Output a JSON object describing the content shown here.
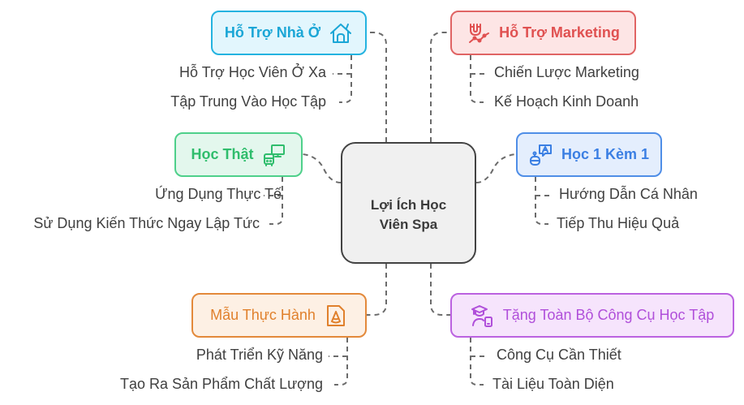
{
  "center": {
    "title_line1": "Lợi Ích Học",
    "title_line2": "Viên Spa"
  },
  "branches": [
    {
      "id": "housing",
      "label": "Hỗ Trợ Nhà Ở",
      "icon": "house-icon",
      "color": "#1aa6d6",
      "children": [
        "Hỗ Trợ Học Viên Ở Xa",
        "Tập Trung Vào Học Tập"
      ]
    },
    {
      "id": "marketing",
      "label": "Hỗ Trợ Marketing",
      "icon": "magnet-chart-icon",
      "color": "#e05151",
      "children": [
        "Chiến Lược Marketing",
        "Kế Hoạch Kinh Doanh"
      ]
    },
    {
      "id": "real",
      "label": "Học Thật",
      "icon": "bus-monitor-icon",
      "color": "#2fbd6c",
      "children": [
        "Ứng Dụng Thực Tế",
        "Sử Dụng Kiến Thức Ngay Lập Tức"
      ]
    },
    {
      "id": "one",
      "label": "Học 1 Kèm 1",
      "icon": "robot-chat-icon",
      "color": "#3b7fe3",
      "children": [
        "Hướng Dẫn Cá Nhân",
        "Tiếp Thu Hiệu Quả"
      ]
    },
    {
      "id": "template",
      "label": "Mẫu Thực Hành",
      "icon": "document-cone-icon",
      "color": "#e0802c",
      "children": [
        "Phát Triển Kỹ Năng",
        "Tạo Ra Sản Phẩm Chất Lượng"
      ]
    },
    {
      "id": "tools",
      "label": "Tặng Toàn Bộ Công Cụ Học Tập",
      "icon": "graduate-phone-icon",
      "color": "#b04fda",
      "children": [
        "Công Cụ Cần Thiết",
        "Tài Liệu Toàn Diện"
      ]
    }
  ]
}
